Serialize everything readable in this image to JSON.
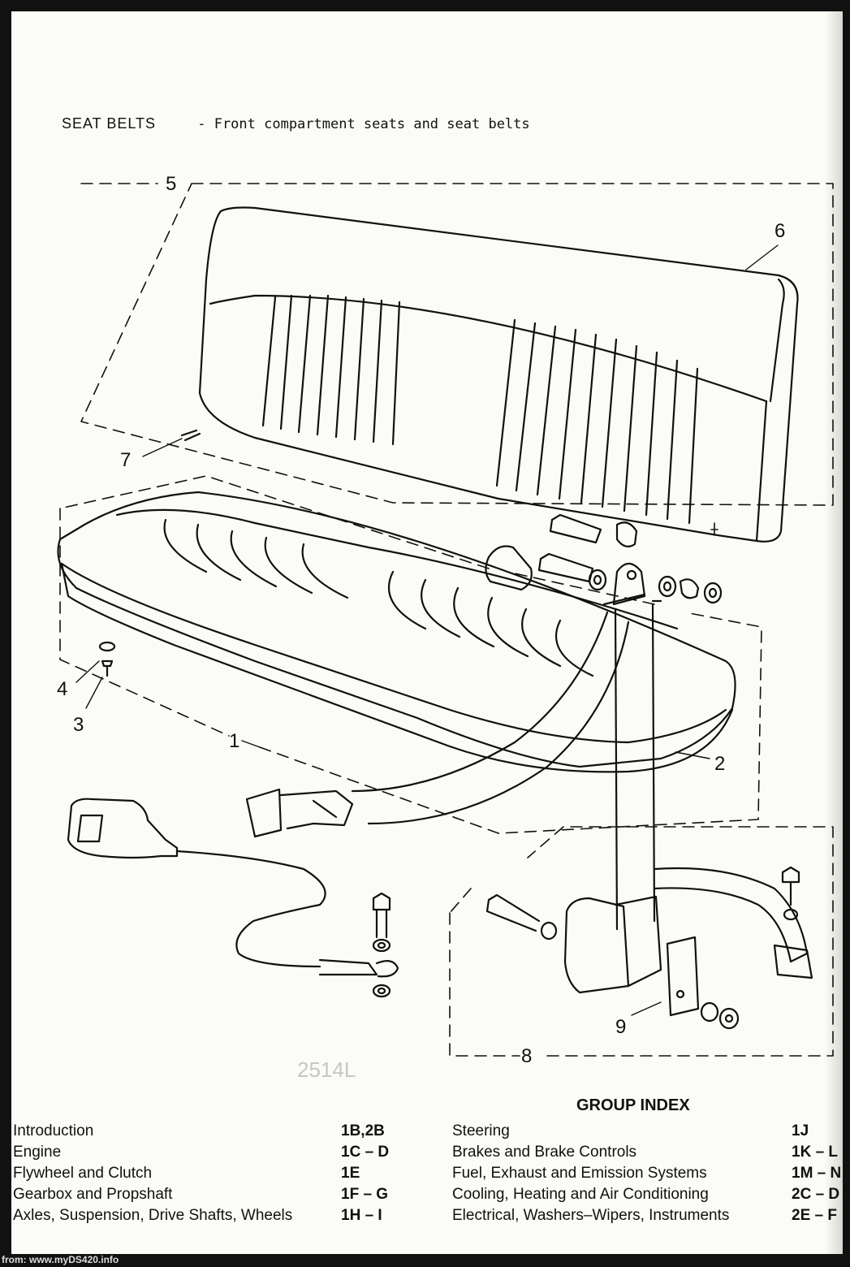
{
  "header": {
    "section": "SEAT BELTS",
    "subtitle": "- Front compartment seats and seat belts"
  },
  "callouts": [
    {
      "id": "c1",
      "label": "1"
    },
    {
      "id": "c2",
      "label": "2"
    },
    {
      "id": "c3",
      "label": "3"
    },
    {
      "id": "c4",
      "label": "4"
    },
    {
      "id": "c5",
      "label": "5"
    },
    {
      "id": "c6",
      "label": "6"
    },
    {
      "id": "c7",
      "label": "7"
    },
    {
      "id": "c8",
      "label": "8"
    },
    {
      "id": "c9",
      "label": "9"
    }
  ],
  "stamp": "2514L",
  "group_index": {
    "title": "GROUP INDEX",
    "left": [
      {
        "label": "Introduction",
        "code": "1B,2B"
      },
      {
        "label": "Engine",
        "code": "1C – D"
      },
      {
        "label": "Flywheel and Clutch",
        "code": "1E"
      },
      {
        "label": "Gearbox and Propshaft",
        "code": "1F – G"
      },
      {
        "label": "Axles, Suspension, Drive Shafts, Wheels",
        "code": "1H – I"
      }
    ],
    "right": [
      {
        "label": "Steering",
        "code": "1J"
      },
      {
        "label": "Brakes and Brake Controls",
        "code": "1K – L"
      },
      {
        "label": "Fuel, Exhaust and Emission Systems",
        "code": "1M – N"
      },
      {
        "label": "Cooling, Heating and Air Conditioning",
        "code": "2C – D"
      },
      {
        "label": "Electrical, Washers–Wipers, Instruments",
        "code": "2E – F"
      }
    ]
  },
  "footer": "from: www.myDS420.info"
}
